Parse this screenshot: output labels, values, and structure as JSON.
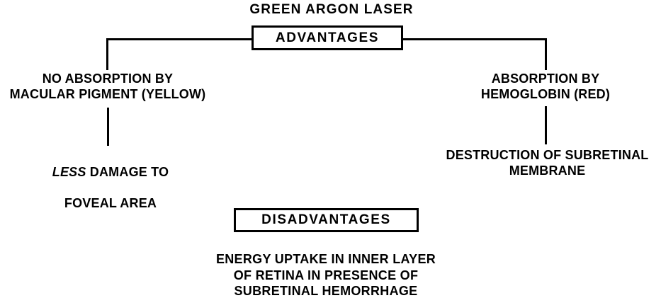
{
  "diagram": {
    "title": "GREEN ARGON LASER",
    "root_box": {
      "label": "ADVANTAGES"
    },
    "branches": [
      {
        "side": "left",
        "label": "NO ABSORPTION BY\nMACULAR PIGMENT (YELLOW)",
        "outcome_emphasis": "LESS",
        "outcome_rest": " DAMAGE TO",
        "outcome_line2": "FOVEAL AREA"
      },
      {
        "side": "right",
        "label": "ABSORPTION BY\nHEMOGLOBIN (RED)",
        "outcome": "DESTRUCTION OF SUBRETINAL\nMEMBRANE"
      }
    ],
    "disadvantages_box": {
      "label": "DISADVANTAGES"
    },
    "disadvantages_note": "ENERGY UPTAKE IN INNER LAYER\nOF RETINA IN PRESENCE OF\nSUBRETINAL HEMORRHAGE",
    "colors": {
      "ink": "#000000",
      "paper": "#ffffff"
    }
  }
}
